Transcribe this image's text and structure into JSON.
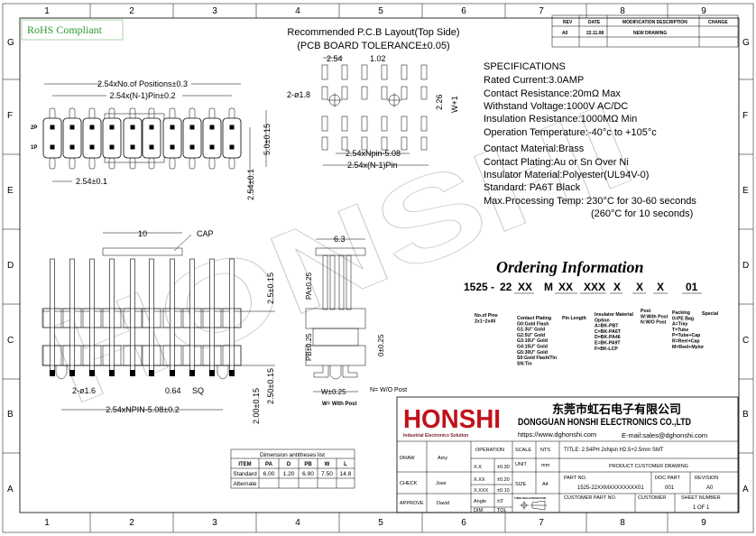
{
  "frame": {
    "columns": [
      "1",
      "2",
      "3",
      "4",
      "5",
      "6",
      "7",
      "8",
      "9"
    ],
    "rows": [
      "G",
      "F",
      "E",
      "D",
      "C",
      "B",
      "A"
    ]
  },
  "rohs": "RoHS Compliant",
  "watermark": "HONSHI",
  "revision_table": {
    "headers": [
      "REV",
      "DATE",
      "MODIFICATION DESCRIPTION",
      "CHANGE"
    ],
    "rows": [
      [
        "A0",
        "22.11.08",
        "NEW DRAWING",
        ""
      ]
    ]
  },
  "pcb_layout": {
    "title": "Recommended P.C.B Layout(Top Side)",
    "subtitle": "(PCB BOARD TOLERANCE±0.05)",
    "dim_pitch": "2.54",
    "dim_pad": "1.02",
    "dim_hole": "2-ø1.8",
    "dim_2_26": "2.26",
    "dim_w": "W+1",
    "dim_npin": "2.54xNpin-5.08",
    "dim_n1": "2.54x(N-1)Pin"
  },
  "specifications": {
    "title": "SPECIFICATIONS",
    "lines": [
      "Rated  Current:3.0AMP",
      "Contact  Resistance:20mΩ  Max",
      "Withstand  Voltage:1000V  AC/DC",
      "Insulation  Resistance:1000MΩ  Min",
      "Operation  Temperature:-40°c  to  +105°c",
      "Contact  Material:Brass",
      "Contact  Plating:Au  or  Sn  Over  Ni",
      "Insulator  Material:Polyester(UL94V-0)",
      "Standard:           PA6T  Black",
      "Max.Processing  Temp:  230°C  for  30-60  seconds",
      "(260°C  for  10  seconds)"
    ]
  },
  "top_view": {
    "dim_positions": "2.54xNo.of  Positions±0.3",
    "dim_n1": "2.54x(N-1)Pin±0.2",
    "dim_pitch": "2.54±0.1",
    "dim_row": "2.54±0.1",
    "dim_height": "5.0±0.15",
    "label_2p": "2P",
    "label_1p": "1P"
  },
  "front_view": {
    "dim_cap": "10",
    "cap_label": "CAP",
    "dim_top": "2.5±0.15",
    "dim_bottom": "2.50±0.15",
    "dim_post": "2.00±0.15",
    "dim_hole": "2-ø1.6",
    "dim_sq": "0.64",
    "sq_label": "SQ",
    "dim_npin": "2.54xNPIN-5.08±0.2"
  },
  "side_view": {
    "dim_width": "6.3",
    "dim_pa": "PA±0.25",
    "dim_pb": "PB±0.25",
    "dim_zero": "0±0.25",
    "dim_w": "W±0.25",
    "note_w": "W=  With  Post",
    "note_n": "N=  W/O  Post"
  },
  "ordering": {
    "title": "Ordering Information",
    "code": [
      "1525 -",
      "22",
      "XX",
      "M",
      "XX",
      "XXX",
      "X",
      "X",
      "X",
      "01"
    ],
    "pins": [
      "No.of  Pins",
      "2x1~2x40"
    ],
    "plating": [
      "Contact  Plating",
      "G0:Gold  Flash",
      "G1:3U\"  Gold",
      "G2:5U\"  Gold",
      "G3:10U\"  Gold",
      "G4:15U\"  Gold",
      "G5:30U\"  Gold",
      "S0:Gold  Flash/Tin",
      "SN:Tin"
    ],
    "pin_length": "Pin  Length",
    "insulator": [
      "Insulator  Material",
      "Option",
      "A=BK-PBT",
      "C=BK-PA6T",
      "D=BK-PA46",
      "E=BK-PA9T",
      "F=BK-LCP"
    ],
    "post": [
      "Post",
      "W:With  Post",
      "N:W/O  Post"
    ],
    "packing": [
      "Packing",
      "0=PE  Bag",
      "A=Tray",
      "T=Tube",
      "P=Tube+Cap",
      "R=Reel+Cap",
      "M=Reel+Mylor"
    ],
    "special": "Special"
  },
  "dimension_table": {
    "title": "Dimension  antitheses  list",
    "headers": [
      "ITEM",
      "PA",
      "D",
      "PB",
      "W",
      "L"
    ],
    "rows": [
      [
        "Standard",
        "6.00",
        "1.20",
        "6.90",
        "7.50",
        "14.8"
      ],
      [
        "Alternate",
        "",
        "",
        "",
        "",
        ""
      ]
    ]
  },
  "title_block": {
    "logo": "HONSHI",
    "logo_tagline": "Industrial Electronics Solution",
    "company_cn": "东莞市虹石电子有限公司",
    "company_en": "DONGGUAN HONSHI ELECTRONICS CO.,LTD",
    "website": "https://www.dghonshi.com",
    "email": "E-mail:sales@dghonshi.com",
    "draw_label": "DRAW",
    "draw_name": "Amy",
    "check_label": "CHECK",
    "check_name": "Jose",
    "approve_label": "APPROVE",
    "approve_name": "David",
    "operation": "OPERATION",
    "tolerances": [
      [
        "X.X",
        "±0.30"
      ],
      [
        "X.XX",
        "±0.20"
      ],
      [
        "X.XXX",
        "±0.10"
      ],
      [
        "Angle",
        "±3'"
      ],
      [
        "DIM",
        "TOL"
      ]
    ],
    "scale_label": "SCALE",
    "scale": "NTS",
    "unit_label": "UNIT",
    "unit": "mm",
    "size_label": "SIZE",
    "size": "A4",
    "projection": "THIRD ANGLE PROJECTION",
    "title": "TITLE: 2.54PH  2xNpin  H2.5+2.5mm  SMT",
    "drawing_type": "PRODUCT  CUSTOMER  DRAWING",
    "part_no_label": "PART  NO.",
    "part_no": "1525-22XXMXXXXXXXX01",
    "doc_part_label": "DOC  PART",
    "doc_part": "001",
    "revision_label": "REVISION",
    "revision": "A0",
    "customer_part_label": "CUSTOMER  PART  NO.",
    "customer_label": "CUSTOMER",
    "sheet_label": "SHEET  NUMBER",
    "sheet": "1  OF  1"
  },
  "colors": {
    "rohs": "#2a9a2a",
    "logo": "#c0121c",
    "watermark": "#bbbbbb"
  }
}
